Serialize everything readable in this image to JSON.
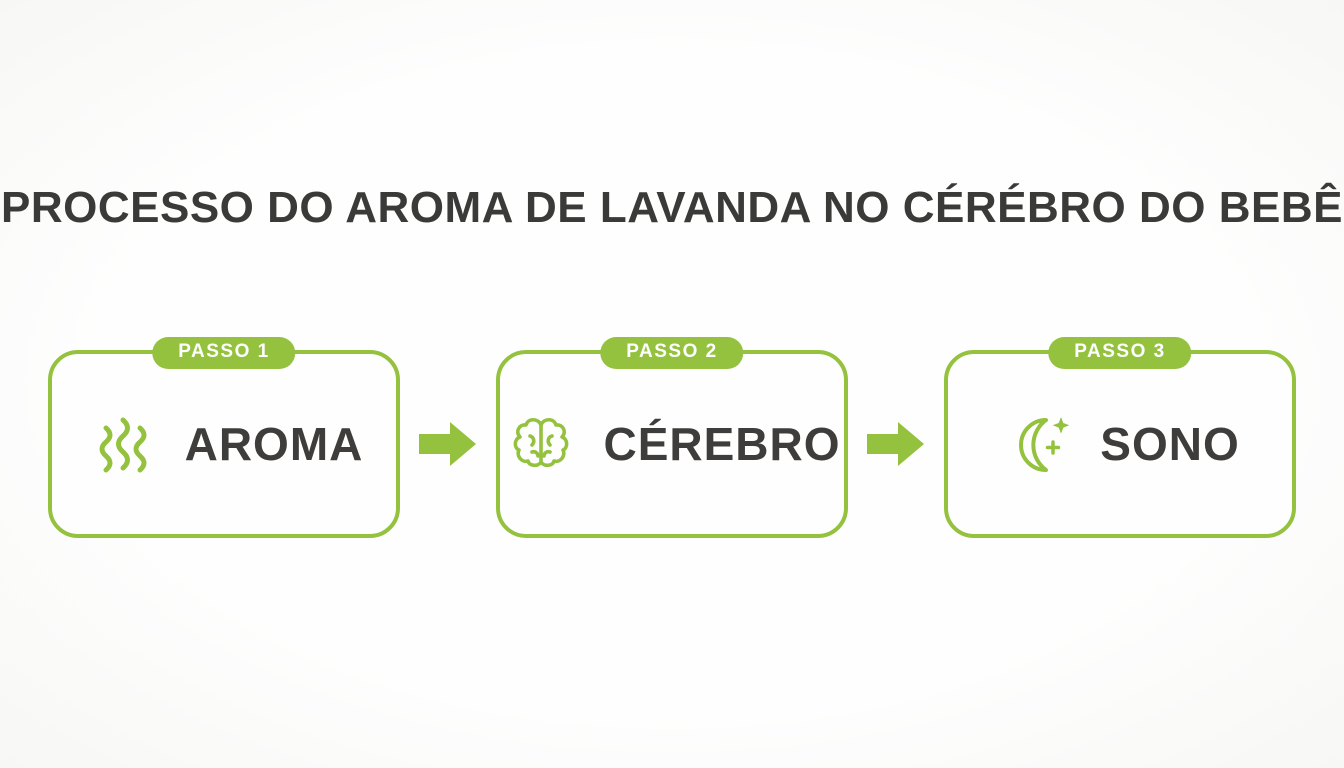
{
  "title": "PROCESSO DO AROMA DE LAVANDA NO CÉRÉBRO DO BEBÊ",
  "colors": {
    "accent_green": "#94c23e",
    "text_dark": "#3a3a38",
    "badge_text": "#ffffff",
    "background": "#fdfdfc"
  },
  "steps": [
    {
      "badge": "PASSO 1",
      "label": "AROMA",
      "icon": "aroma-waves-icon"
    },
    {
      "badge": "PASSO 2",
      "label": "CÉREBRO",
      "icon": "brain-icon"
    },
    {
      "badge": "PASSO 3",
      "label": "SONO",
      "icon": "moon-sparkles-icon"
    }
  ],
  "connector": {
    "icon": "arrow-right-icon"
  }
}
